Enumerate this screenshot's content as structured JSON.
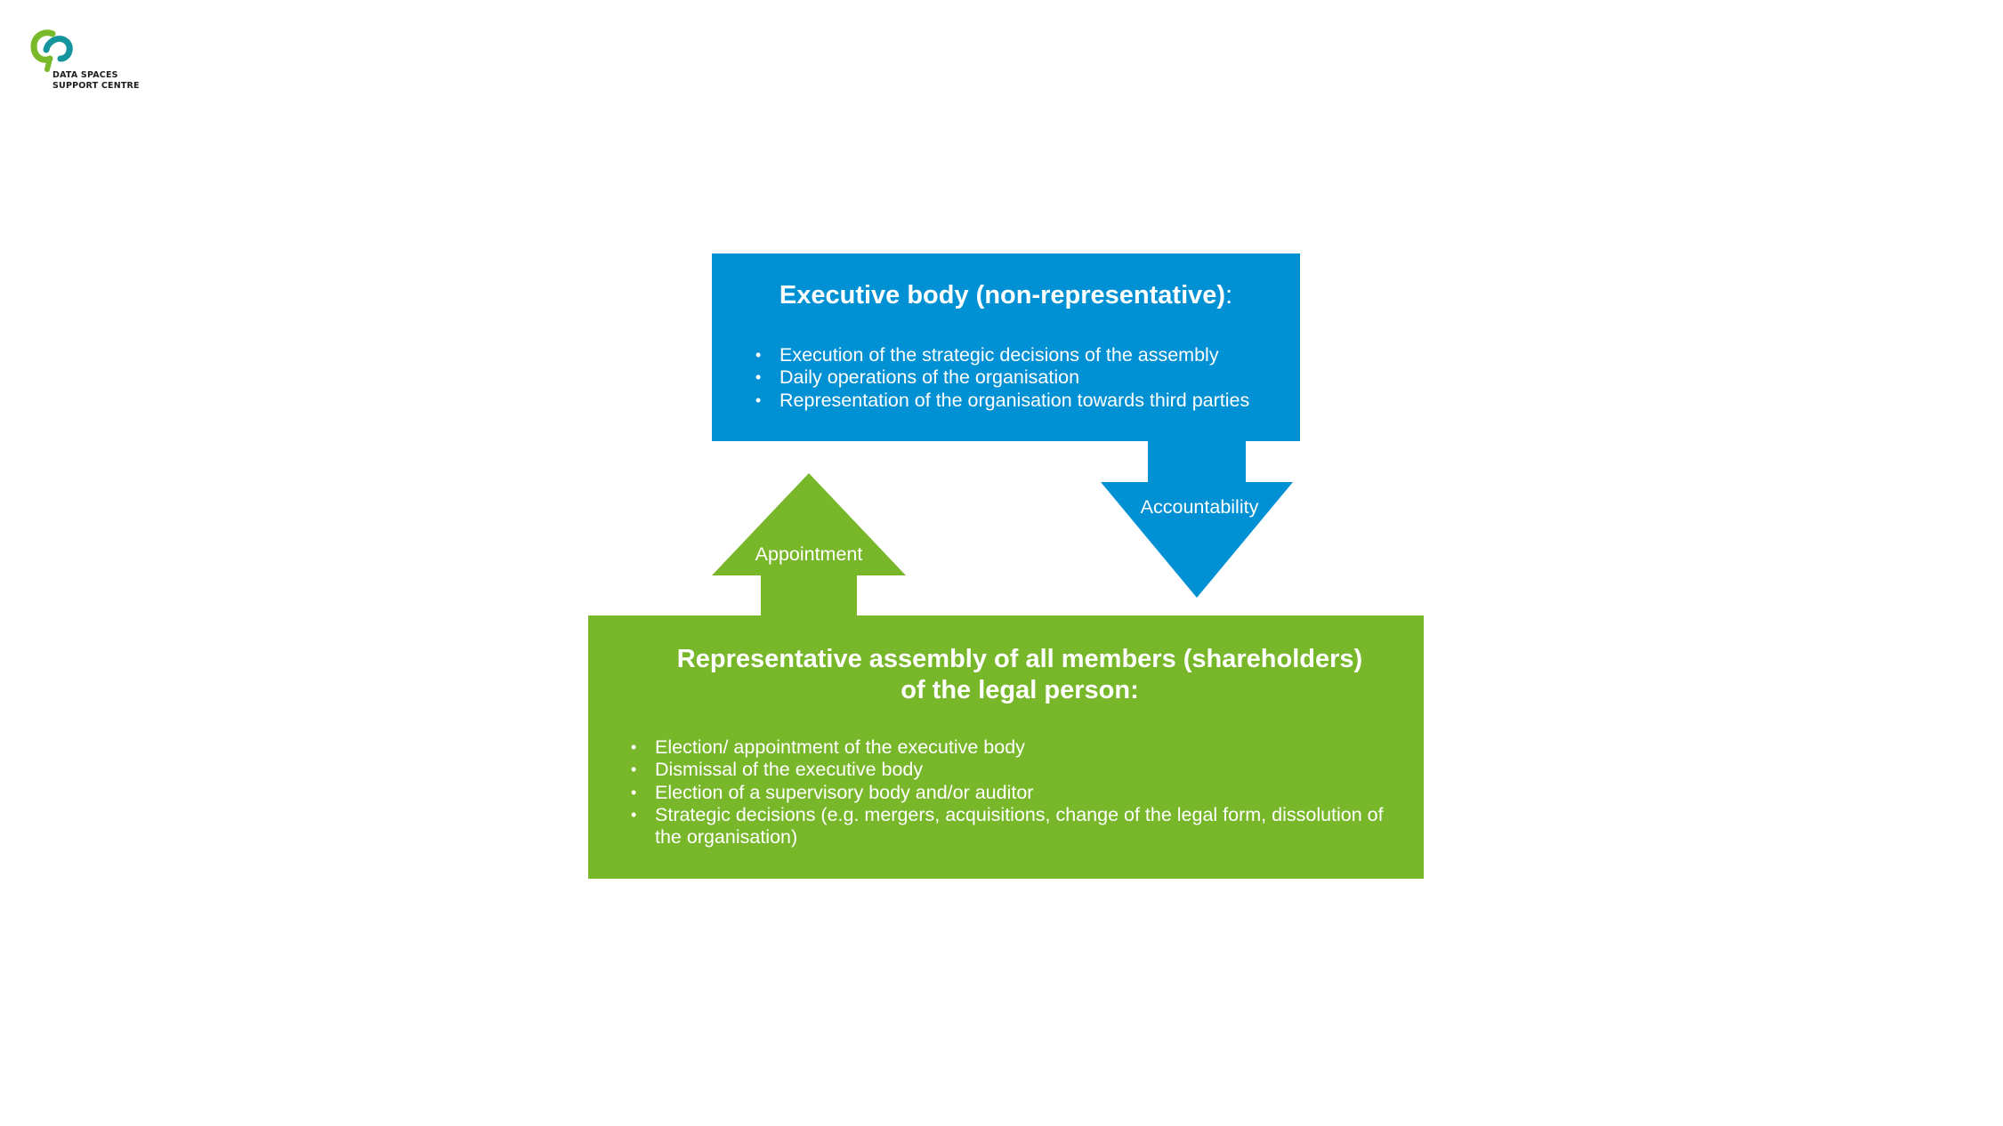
{
  "logo": {
    "line1": "DATA SPACES",
    "line2": "SUPPORT CENTRE",
    "colors": {
      "green": "#7ab929",
      "teal": "#14949c"
    }
  },
  "executive": {
    "title": "Executive body (non-representative)",
    "title_suffix": ":",
    "bullets": [
      "Execution of the strategic decisions of the assembly",
      "Daily operations of the organisation",
      "Representation of the organisation towards third parties"
    ],
    "color": "#0090d4"
  },
  "assembly": {
    "title_line1": "Representative assembly of all members (shareholders)",
    "title_line2": "of the legal person:",
    "bullets": [
      "Election/ appointment of the executive body",
      "Dismissal of the executive body",
      "Election of a supervisory body and/or auditor",
      "Strategic decisions (e.g. mergers, acquisitions, change of the legal form, dissolution of the organisation)"
    ],
    "color": "#78b72a"
  },
  "arrows": {
    "appointment": "Appointment",
    "accountability": "Accountability"
  }
}
